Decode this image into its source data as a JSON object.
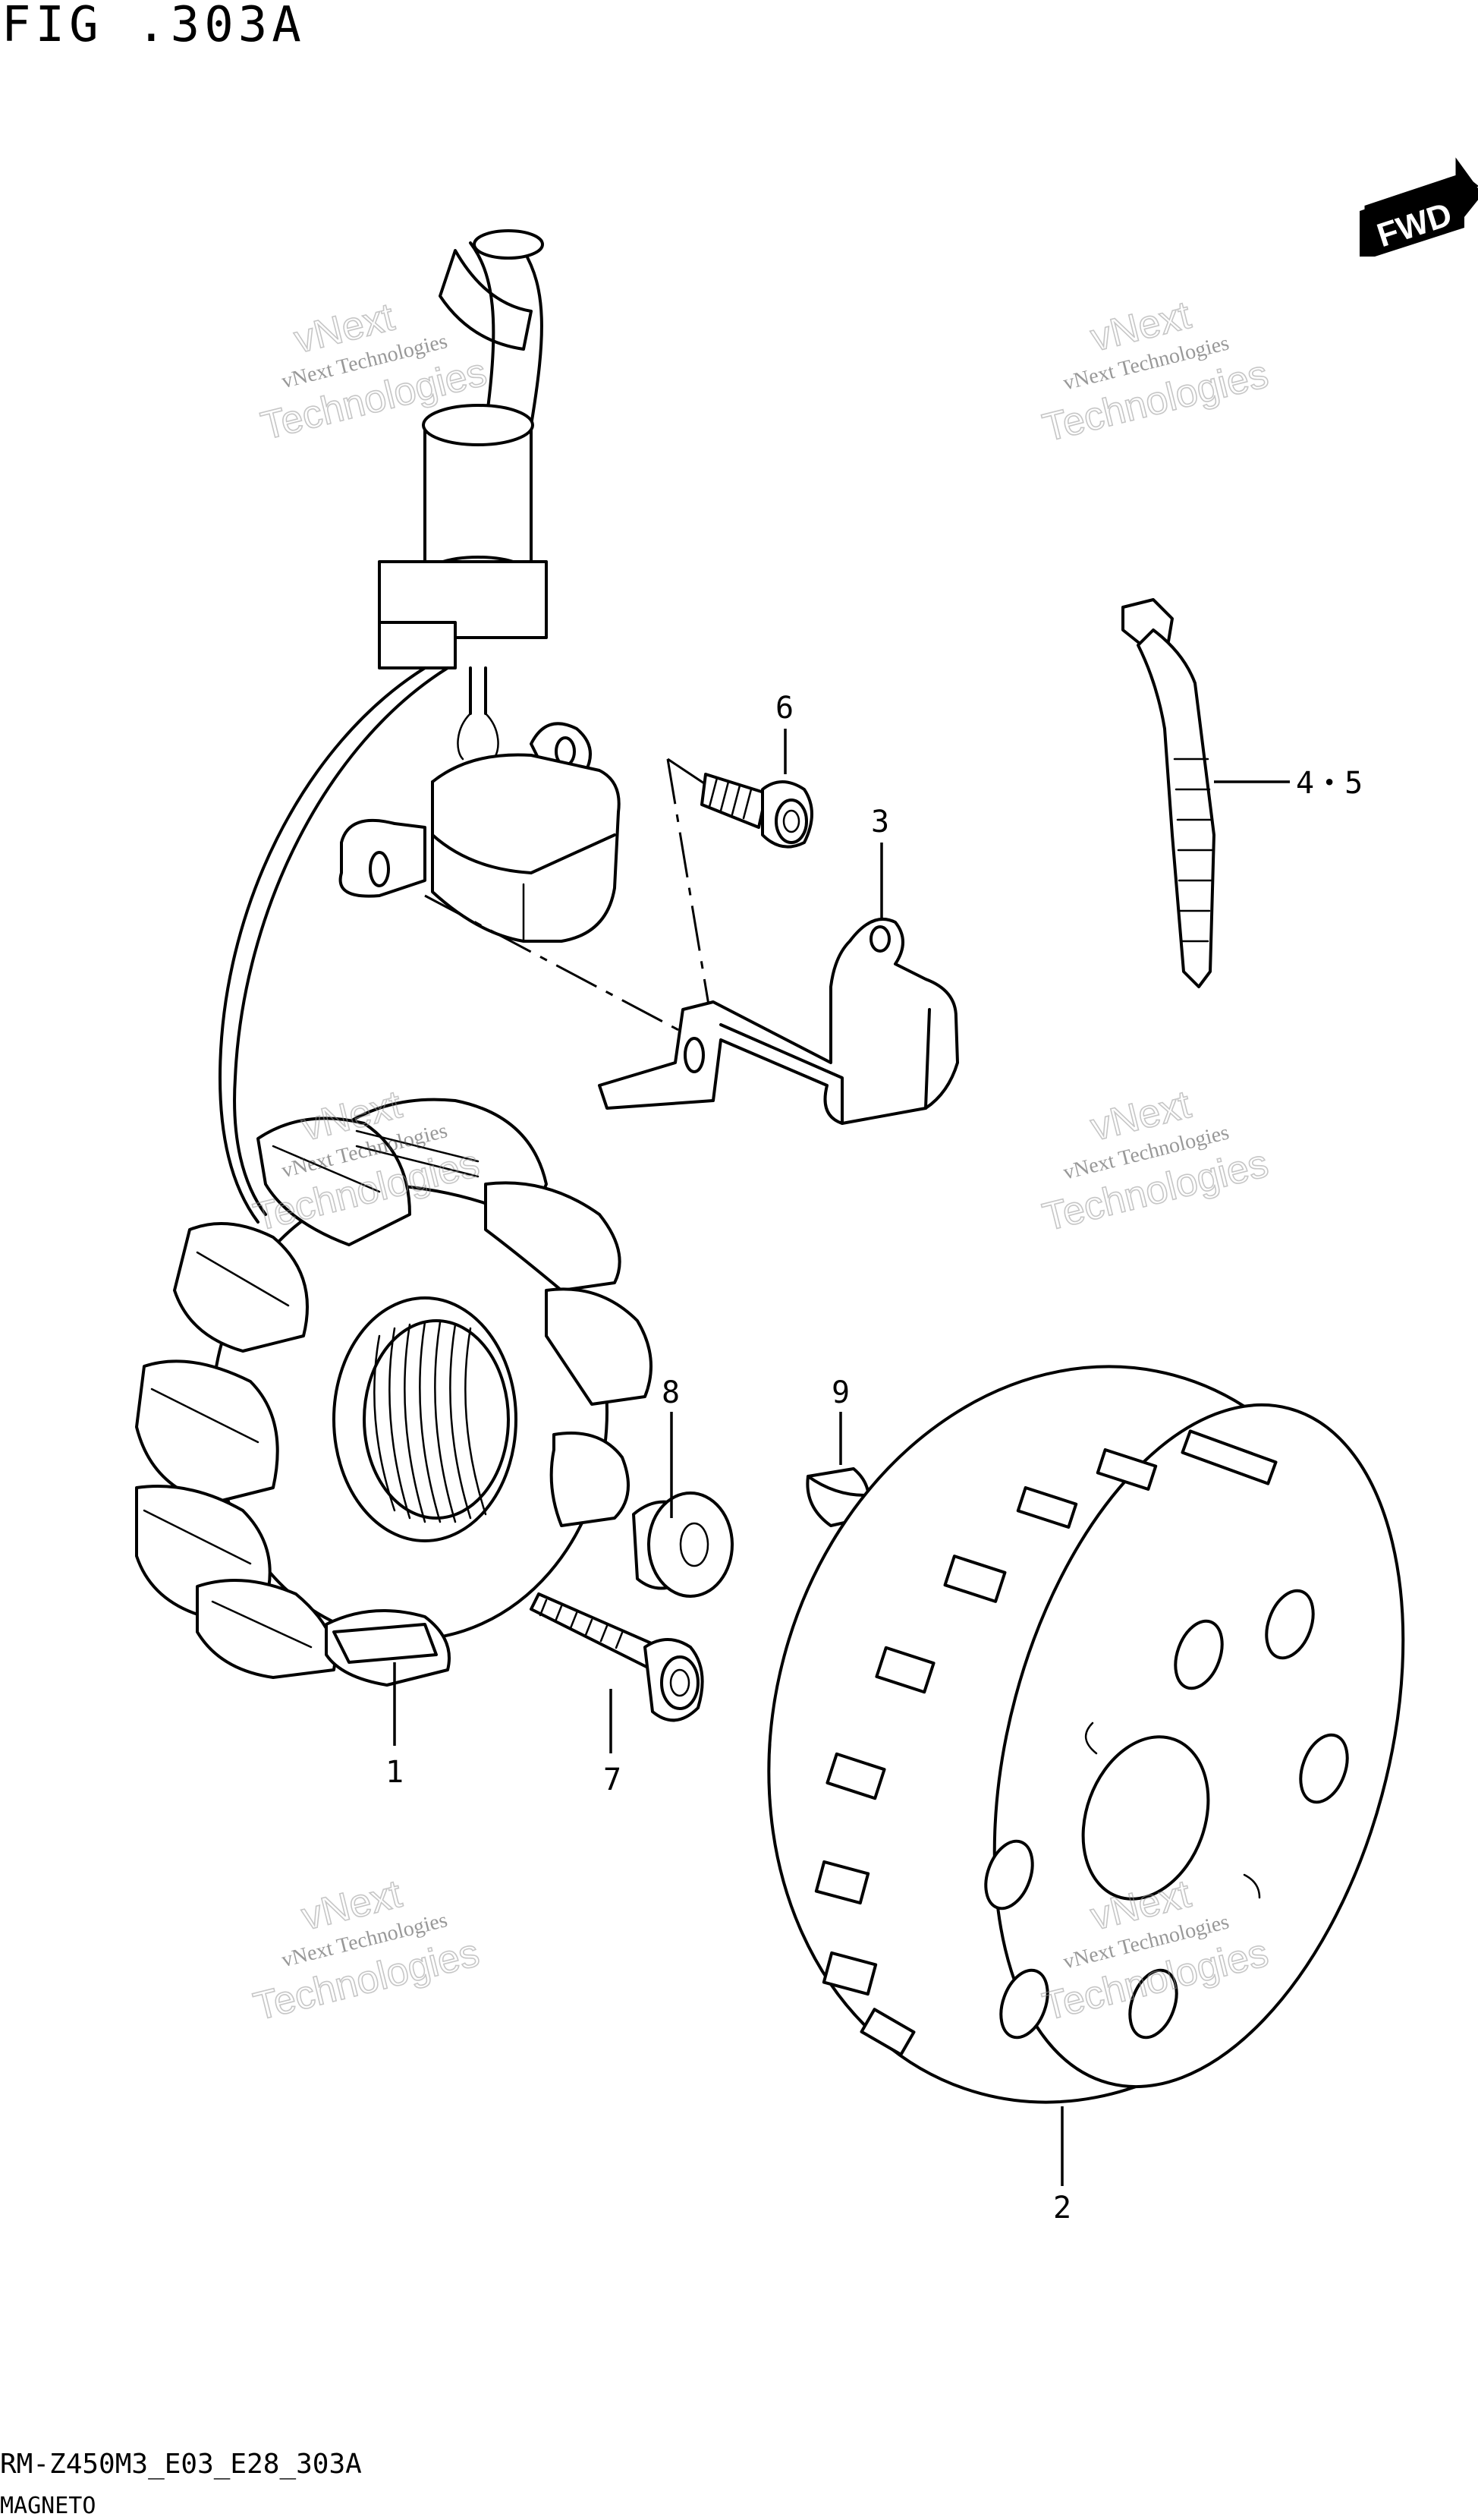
{
  "figure": {
    "title": "FIG .303A",
    "model_code": "RM-Z450M3_E03_E28_303A",
    "name": "MAGNETO",
    "direction_badge": "FWD"
  },
  "callouts": [
    {
      "id": "c1",
      "label": "1"
    },
    {
      "id": "c2",
      "label": "2"
    },
    {
      "id": "c3",
      "label": "3"
    },
    {
      "id": "c45",
      "label": "4・5"
    },
    {
      "id": "c6",
      "label": "6"
    },
    {
      "id": "c7",
      "label": "7"
    },
    {
      "id": "c8",
      "label": "8"
    },
    {
      "id": "c9",
      "label": "9"
    }
  ],
  "watermark": {
    "line1": "vNext Technologies",
    "line2": "vNext",
    "line3": "Technologies"
  }
}
